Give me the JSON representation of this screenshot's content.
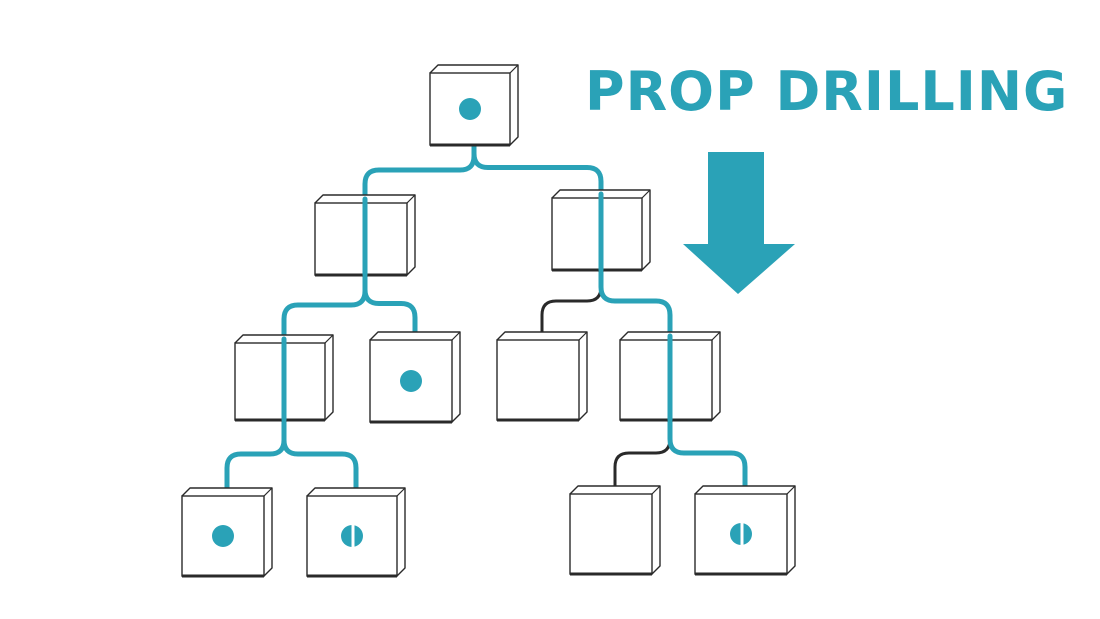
{
  "title": "PROP DRILLING",
  "colors": {
    "accent": "#2aa2b7",
    "ink": "#2a2a2a"
  },
  "nodes": [
    {
      "id": "root",
      "dot": "single"
    },
    {
      "id": "l1-left",
      "dot": "none"
    },
    {
      "id": "l1-right",
      "dot": "none"
    },
    {
      "id": "l2-a",
      "dot": "none"
    },
    {
      "id": "l2-b",
      "dot": "single"
    },
    {
      "id": "l2-c",
      "dot": "none"
    },
    {
      "id": "l2-d",
      "dot": "none"
    },
    {
      "id": "l3-a",
      "dot": "single"
    },
    {
      "id": "l3-b",
      "dot": "split"
    },
    {
      "id": "l3-c",
      "dot": "none"
    },
    {
      "id": "l3-d",
      "dot": "split"
    }
  ],
  "edges": [
    {
      "from": "root",
      "to": "l1-left",
      "passes_prop": true
    },
    {
      "from": "root",
      "to": "l1-right",
      "passes_prop": true
    },
    {
      "from": "l1-left",
      "to": "l2-a",
      "passes_prop": true
    },
    {
      "from": "l1-left",
      "to": "l2-b",
      "passes_prop": true
    },
    {
      "from": "l1-right",
      "to": "l2-c",
      "passes_prop": false
    },
    {
      "from": "l1-right",
      "to": "l2-d",
      "passes_prop": true
    },
    {
      "from": "l2-a",
      "to": "l3-a",
      "passes_prop": true
    },
    {
      "from": "l2-a",
      "to": "l3-b",
      "passes_prop": true
    },
    {
      "from": "l2-d",
      "to": "l3-c",
      "passes_prop": false
    },
    {
      "from": "l2-d",
      "to": "l3-d",
      "passes_prop": true
    }
  ]
}
